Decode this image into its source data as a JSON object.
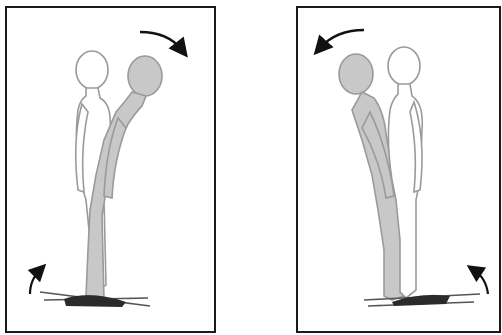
{
  "diagram": {
    "panels": [
      {
        "id": "left",
        "top_arrow": "clockwise",
        "bottom_arrow": "upward-curve",
        "tilted_figure_lean": "forward",
        "colors": {
          "upright": "#ffffff",
          "tilted": "#c8c8c8",
          "outline": "#9a9a9a",
          "platform": "#2b2b2b"
        }
      },
      {
        "id": "right",
        "top_arrow": "counter-clockwise",
        "bottom_arrow": "upward-curve",
        "tilted_figure_lean": "backward",
        "colors": {
          "upright": "#ffffff",
          "tilted": "#c8c8c8",
          "outline": "#9a9a9a",
          "platform": "#2b2b2b"
        }
      }
    ]
  }
}
